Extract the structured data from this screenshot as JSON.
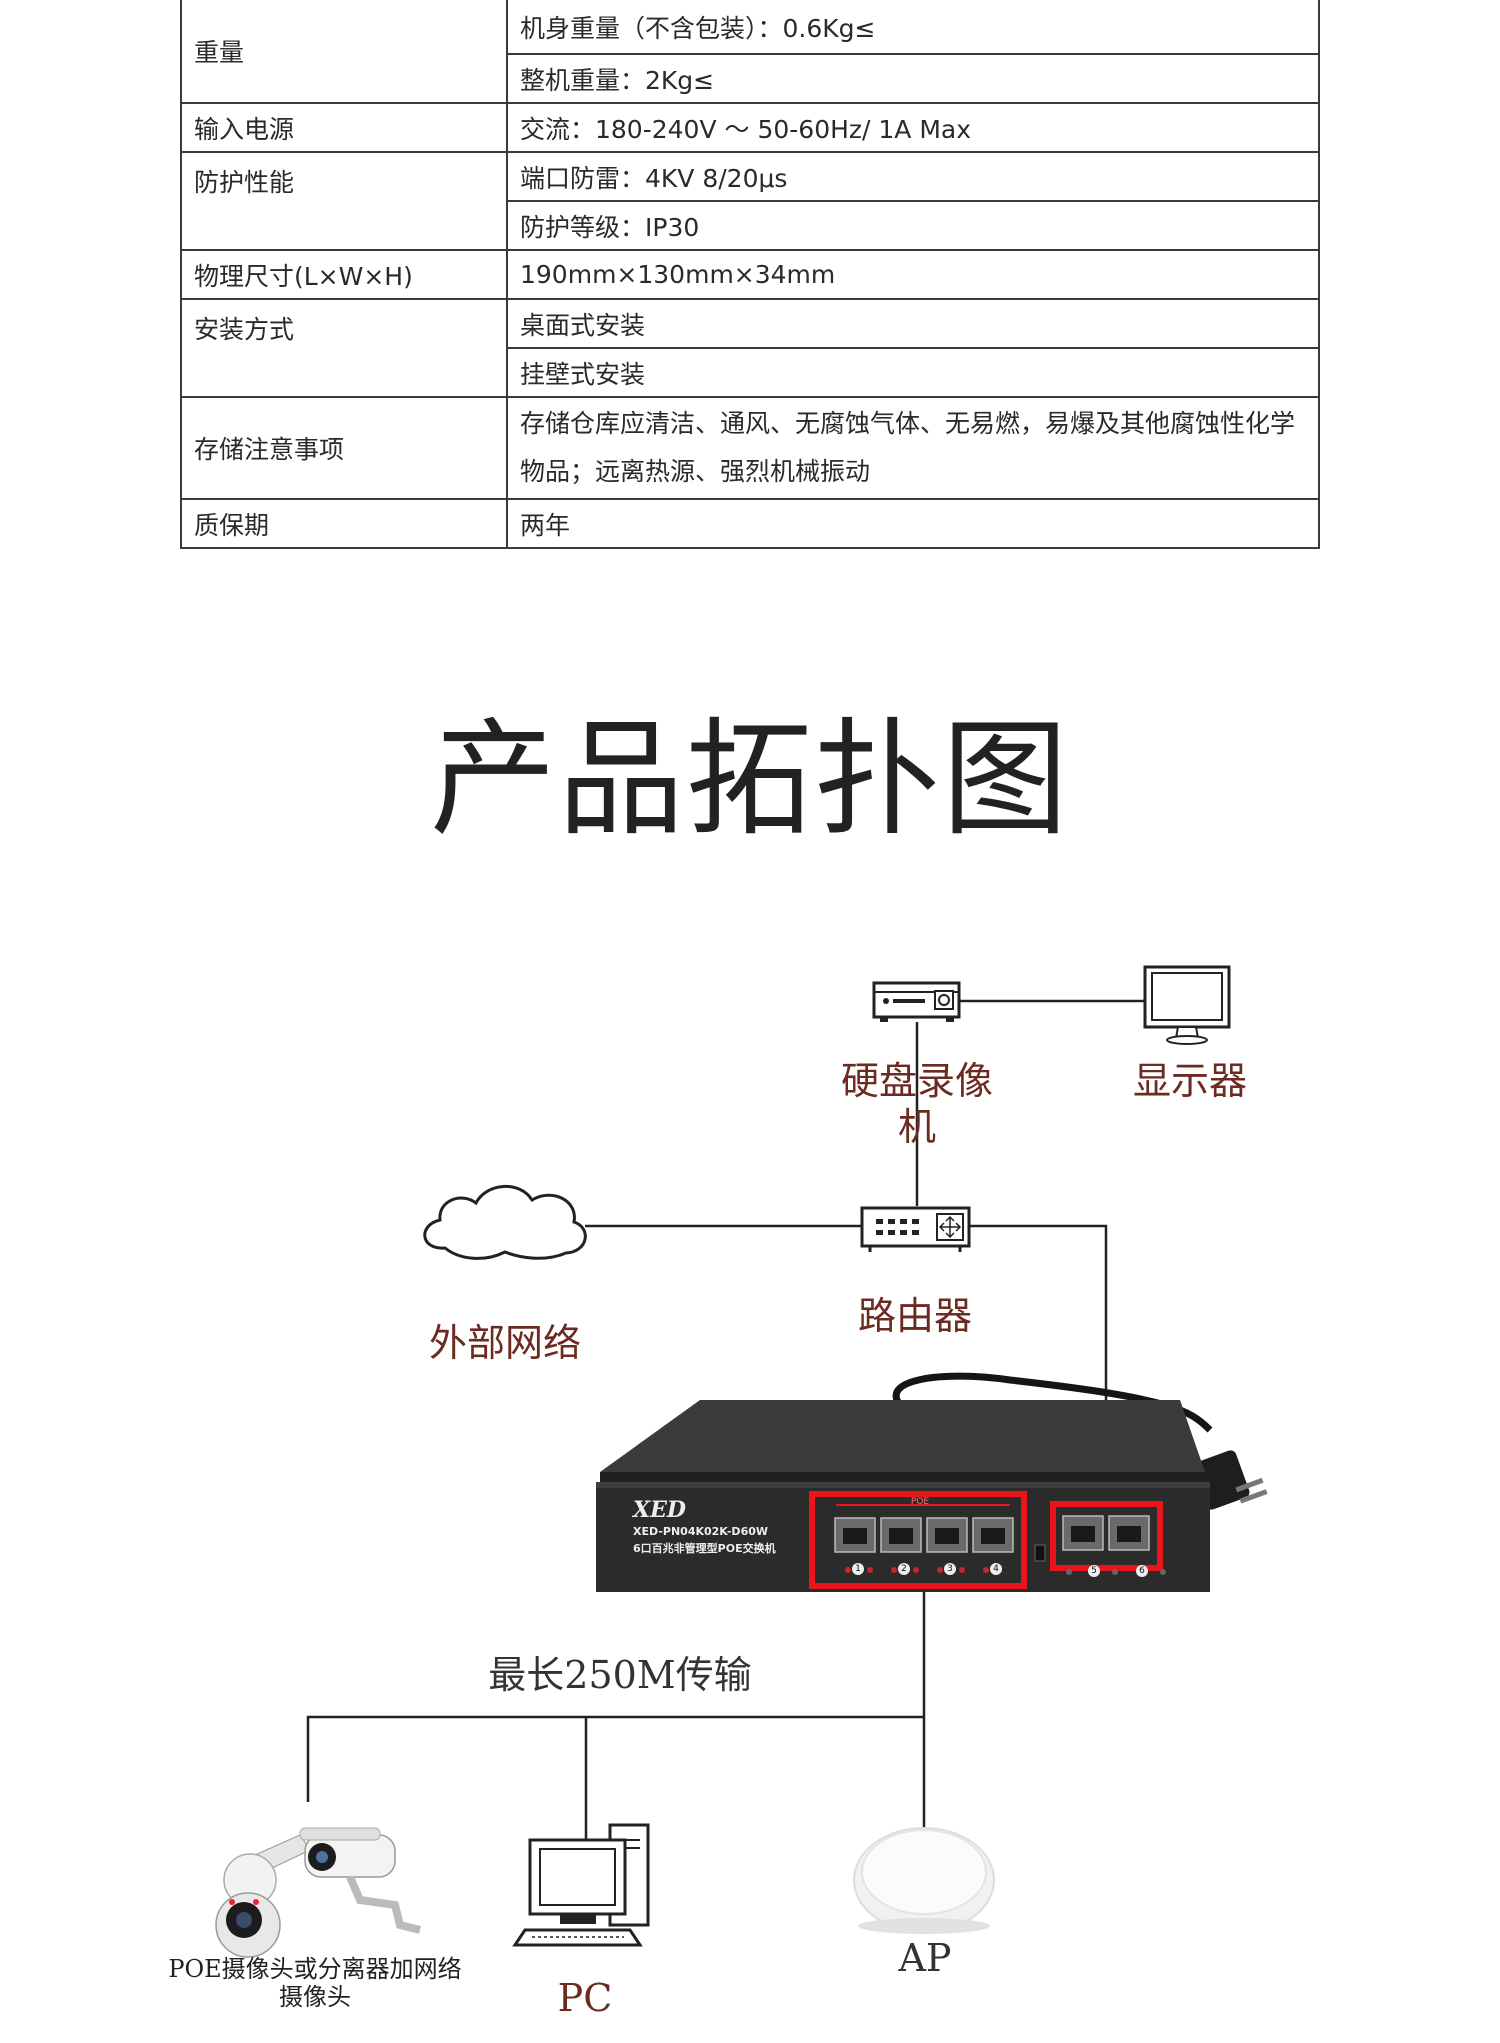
{
  "spec_table": {
    "rows": [
      {
        "key": "重量",
        "values": [
          "机身重量（不含包装）：0.6Kg≤",
          "整机重量：2Kg≤"
        ]
      },
      {
        "key": "输入电源",
        "values": [
          "交流：180-240V ～ 50-60Hz/ 1A Max"
        ]
      },
      {
        "key": "防护性能",
        "values": [
          "端口防雷：4KV 8/20μs",
          "防护等级：IP30"
        ]
      },
      {
        "key": "物理尺寸(L×W×H)",
        "values": [
          "190mm×130mm×34mm"
        ]
      },
      {
        "key": "安装方式",
        "values": [
          "桌面式安装",
          "挂壁式安装"
        ]
      },
      {
        "key": "存储注意事项",
        "values": [
          "存储仓库应清洁、通风、无腐蚀气体、无易燃，易爆及其他腐蚀性化学物品；远离热源、强烈机械振动"
        ]
      },
      {
        "key": "质保期",
        "values": [
          "两年"
        ]
      }
    ]
  },
  "topology": {
    "title": "产品拓扑图",
    "labels": {
      "nvr": "硬盘录像机",
      "monitor": "显示器",
      "internet": "外部网络",
      "router": "路由器",
      "distance": "最长250M传输",
      "camera": "POE摄像头或分离器加网络摄像头",
      "pc": "PC",
      "ap": "AP"
    },
    "switch": {
      "brand": "XED",
      "model": "XED-PN04K02K-D60W",
      "description": "6口百兆非管理型POE交换机",
      "poe_label": "POE",
      "port_numbers": [
        "1",
        "2",
        "3",
        "4",
        "5",
        "6"
      ]
    },
    "colors": {
      "highlight": "#e8151b",
      "label": "#6b2b20",
      "switch_body": "#2b2b2b"
    }
  }
}
